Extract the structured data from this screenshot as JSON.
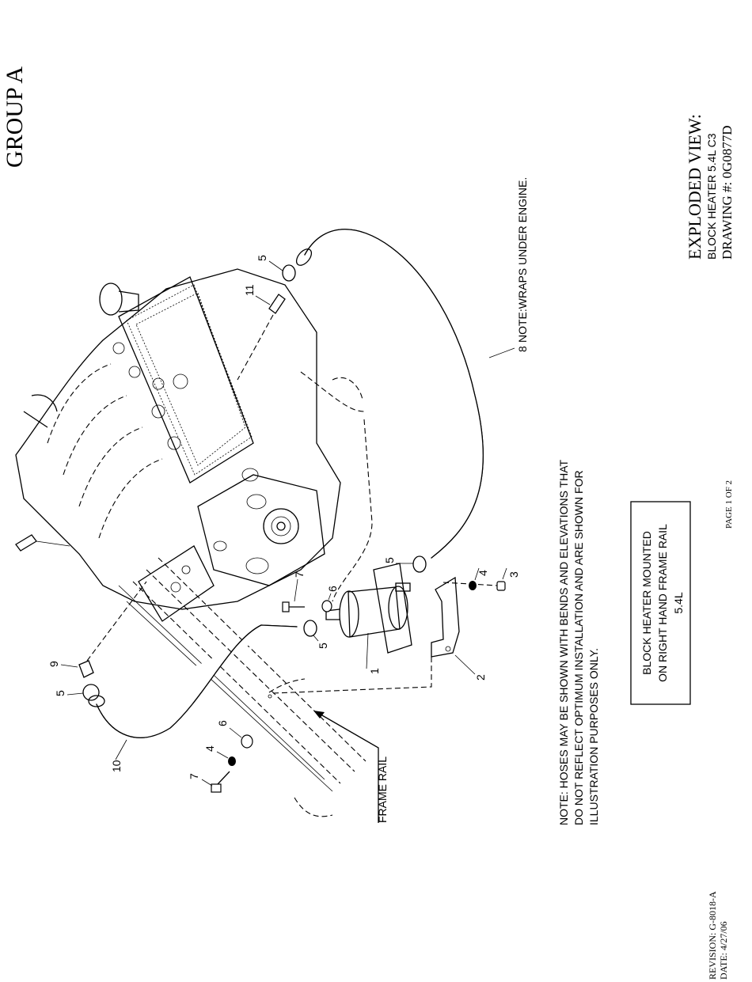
{
  "header": {
    "group": "GROUP A"
  },
  "title_block": {
    "view_title": "EXPLODED VIEW:",
    "model": "BLOCK HEATER 5.4L C3",
    "drawing_number": "DRAWING #: 0G0877D"
  },
  "footer": {
    "revision": "REVISION: G-8018-A",
    "date": "DATE: 4/27/06",
    "page": "PAGE 1 OF 2"
  },
  "notes": {
    "wraps": "NOTE:WRAPS UNDER ENGINE.",
    "hoses_line1": "NOTE: HOSES MAY BE SHOWN WITH BENDS AND ELEVATIONS THAT",
    "hoses_line2": "DO NOT REFLECT OPTIMUM INSTALLATION AND ARE SHOWN FOR",
    "hoses_line3": "ILLUSTRATION PURPOSES ONLY."
  },
  "mount_box": {
    "line1": "BLOCK HEATER MOUNTED",
    "line2": "ON RIGHT HAND FRAME RAIL",
    "line3": "5.4L"
  },
  "labels": {
    "frame_rail": "FRAME RAIL",
    "c1": "1",
    "c2": "2",
    "c3": "3",
    "c4a": "4",
    "c4b": "4",
    "c5a": "5",
    "c5b": "5",
    "c5c": "5",
    "c5d": "5",
    "c6a": "6",
    "c6b": "6",
    "c7a": "7",
    "c7b": "7",
    "c8": "8",
    "c9": "9",
    "c10": "10",
    "c11": "11"
  }
}
